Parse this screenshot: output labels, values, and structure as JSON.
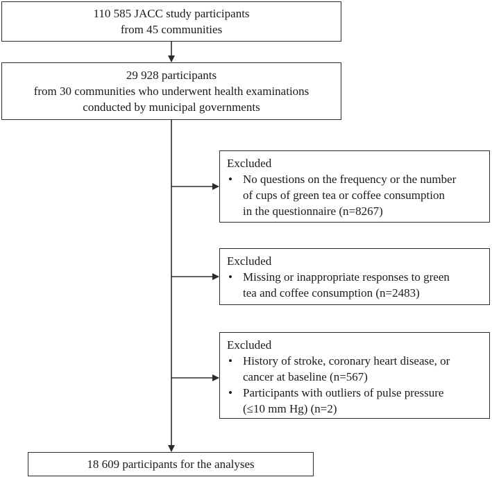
{
  "top_box": {
    "lines": [
      "110 585 JACC study participants",
      "from 45 communities"
    ]
  },
  "second_box": {
    "lines": [
      "29 928 participants",
      "from 30 communities who underwent health examinations",
      "conducted by municipal governments"
    ]
  },
  "exclusions": [
    {
      "heading": "Excluded",
      "bullets": [
        {
          "lines": [
            "No questions on the frequency or the number",
            "of cups of green tea or coffee consumption",
            "in the questionnaire (n=8267)"
          ]
        }
      ]
    },
    {
      "heading": "Excluded",
      "bullets": [
        {
          "lines": [
            "Missing or inappropriate responses to green",
            "tea and coffee consumption (n=2483)"
          ]
        }
      ]
    },
    {
      "heading": "Excluded",
      "bullets": [
        {
          "lines": [
            "History of stroke, coronary heart disease, or",
            "cancer at baseline (n=567)"
          ]
        },
        {
          "lines": [
            "Participants with outliers of pulse pressure",
            "(≤10 mm Hg) (n=2)"
          ]
        }
      ]
    }
  ],
  "bottom_box": {
    "text": "18 609 participants for the analyses"
  },
  "bullet_glyph": "•",
  "colors": {
    "stroke": "#2b2b2b"
  }
}
